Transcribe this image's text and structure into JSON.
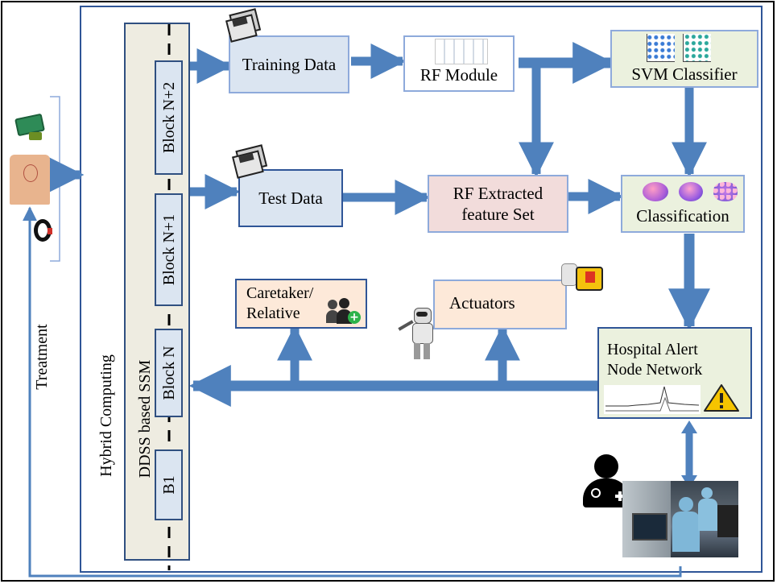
{
  "diagram": {
    "side_label": "Treatment",
    "hybrid_label": "Hybrid Computing",
    "ssm_label": "DDSS based SSM",
    "blocks": [
      "Block N+2",
      "Block N+1",
      "Block N",
      "B1"
    ],
    "training_data": "Training Data",
    "test_data": "Test Data",
    "rf_module": "RF Module",
    "svm_classifier": "SVM Classifier",
    "rf_extracted": "RF Extracted feature Set",
    "classification": "Classification",
    "caretaker": "Caretaker/ Relative",
    "actuators": "Actuators",
    "hospital_alert": "Hospital Alert Node Network"
  },
  "colors": {
    "arrow": "#4f81bd",
    "border": "#2f5597",
    "panel_fill": "#eeece1",
    "blue_box": "#dbe5f1",
    "pink_box": "#f2dcdb",
    "peach_box": "#fde9d9",
    "green_box": "#ebf1de"
  },
  "icons": [
    "floppy-disk-icon",
    "robot-icon",
    "defibrillator-icon",
    "users-plus-icon",
    "warning-icon",
    "doctor-icon",
    "sensor-board-icon",
    "patient-chest-icon",
    "wristband-icon"
  ]
}
